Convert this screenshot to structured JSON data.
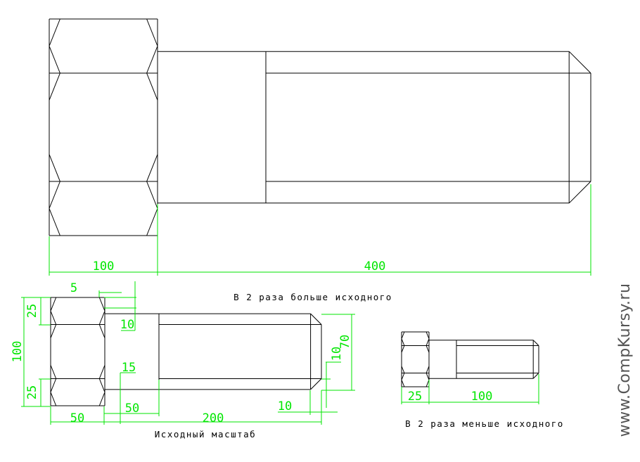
{
  "colors": {
    "dimension": "#00e600",
    "outline": "#000000",
    "watermark": "#555555"
  },
  "large_view": {
    "caption": "В 2 раза больше исходного",
    "dims": {
      "head_width": "100",
      "shank_length": "400"
    }
  },
  "original_view": {
    "caption": "Исходный масштаб",
    "dims": {
      "chamfer_5": "5",
      "step_10": "10",
      "head_height": "100",
      "hex_top_25": "25",
      "hex_bottom_25": "25",
      "step_15": "15",
      "collar_50": "50",
      "head_width_50": "50",
      "shank_200": "200",
      "chamfer_len_10": "10",
      "thread_10": "10",
      "diameter_70": "70"
    }
  },
  "small_view": {
    "caption": "В 2 раза меньше исходного",
    "dims": {
      "head_width": "25",
      "shank_length": "100"
    }
  },
  "watermark": "www.CompKursy.ru"
}
